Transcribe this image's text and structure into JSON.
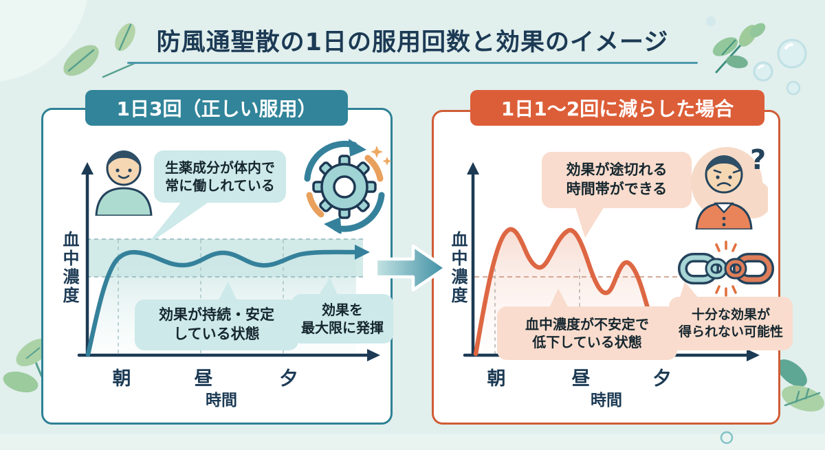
{
  "title": "防風通聖散の1日の服用回数と効果のイメージ",
  "colors": {
    "background": "#e1efed",
    "teal_accent": "#318499",
    "teal_curve": "#35819b",
    "teal_bubble": "#cde9ea",
    "orange_accent": "#dc5e38",
    "orange_curve": "#dd6743",
    "orange_bubble": "#f9dccd",
    "navy_text": "#1c3a54"
  },
  "panels": {
    "left": {
      "header": "1日3回（正しい服用）",
      "bubbles": {
        "top": [
          "生薬成分が体内で",
          "常に働しれている"
        ],
        "status": [
          "効果が持続・安定",
          "している状態"
        ],
        "effect": [
          "効果を",
          "最大限に発揮"
        ]
      },
      "y_axis_label": "血中濃度",
      "x_ticks": [
        "朝",
        "昼",
        "夕"
      ],
      "x_axis_label": "時間",
      "icons": [
        "happy-person",
        "gear-cycle-sparkles"
      ]
    },
    "right": {
      "header": "1日1〜2回に減らした場合",
      "bubbles": {
        "top": [
          "効果が途切れる",
          "時間帯ができる"
        ],
        "status": [
          "血中濃度が不安定で",
          "低下している状態"
        ],
        "effect": [
          "十分な効果が",
          "得られない可能性"
        ]
      },
      "y_axis_label": "血中濃度",
      "x_ticks": [
        "朝",
        "昼",
        "夕"
      ],
      "x_axis_label": "時間",
      "question_mark": "?",
      "icons": [
        "worried-person",
        "broken-chain"
      ]
    }
  },
  "chart_data": [
    {
      "type": "line",
      "title": "1日3回（正しい服用）",
      "xlabel": "時間",
      "ylabel": "血中濃度",
      "x_ticks": [
        "朝",
        "昼",
        "夕"
      ],
      "series": [
        {
          "name": "血中濃度（1日3回服用）",
          "description": "朝に急上昇した後、有効域の帯の中で小さく波打ちながら安定して持続し、右向き矢印で継続を示す",
          "x_norm": [
            0.0,
            0.12,
            0.2,
            0.33,
            0.45,
            0.55,
            0.68,
            0.8,
            1.0
          ],
          "y_norm": [
            0.0,
            0.85,
            0.88,
            0.78,
            0.88,
            0.77,
            0.86,
            0.87,
            0.87
          ]
        }
      ],
      "annotations": [
        "生薬成分が体内で常に働しれている",
        "効果が持続・安定している状態",
        "効果を最大限に発揮"
      ],
      "band": "有効濃度域を示す水平の帯（破線で上下を区切り）",
      "grid": "朝・昼・夕の位置に縦破線"
    },
    {
      "type": "line",
      "title": "1日1〜2回に減らした場合",
      "xlabel": "時間",
      "ylabel": "血中濃度",
      "x_ticks": [
        "朝",
        "昼",
        "夕"
      ],
      "series": [
        {
          "name": "血中濃度（1〜2回に減らした場合）",
          "description": "急上昇と低下を繰り返す3つの山（後半ほど低い）の後、下向き矢印で大きく低下",
          "x_norm": [
            0.0,
            0.17,
            0.33,
            0.51,
            0.71,
            0.8,
            1.0
          ],
          "y_norm": [
            0.0,
            0.95,
            0.66,
            0.96,
            0.46,
            0.71,
            0.07
          ]
        }
      ],
      "annotations": [
        "効果が途切れる時間帯ができる",
        "血中濃度が不安定で低下している状態",
        "十分な効果が得られない可能性"
      ],
      "band": "有効レベルを示す水平破線",
      "grid": "朝・昼の位置に縦破線"
    }
  ]
}
